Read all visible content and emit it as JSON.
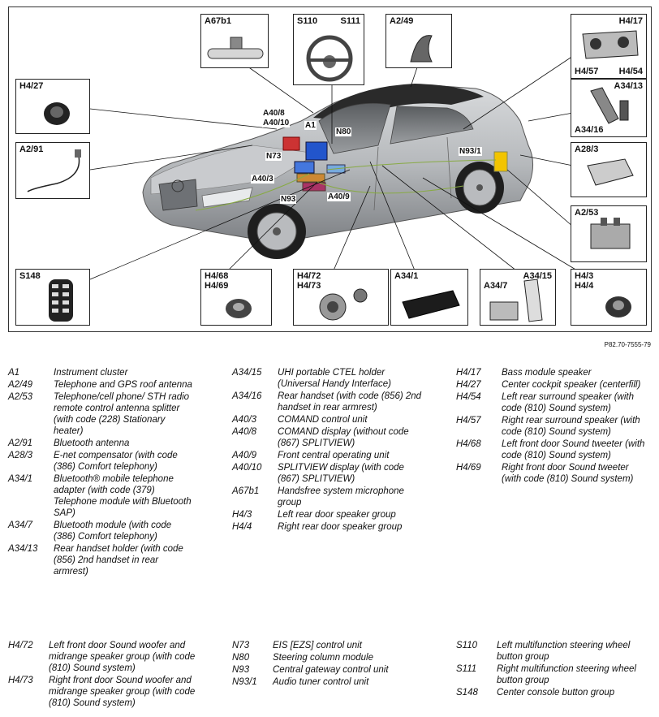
{
  "figure_ref": "P82.70-7555-79",
  "callouts": {
    "a67b1": "A67b1",
    "s110": "S110",
    "s111": "S111",
    "a2_49": "A2/49",
    "h4_17": "H4/17",
    "h4_57": "H4/57",
    "h4_54": "H4/54",
    "h4_27": "H4/27",
    "a34_13": "A34/13",
    "a34_16": "A34/16",
    "a2_91": "A2/91",
    "a28_3": "A28/3",
    "a2_53": "A2/53",
    "s148": "S148",
    "h4_68": "H4/68",
    "h4_69": "H4/69",
    "h4_72": "H4/72",
    "h4_73": "H4/73",
    "a34_1": "A34/1",
    "a34_15": "A34/15",
    "a34_7": "A34/7",
    "h4_3": "H4/3",
    "h4_4": "H4/4"
  },
  "car_labels": {
    "a40_8": "A40/8",
    "a40_10": "A40/10",
    "a1": "A1",
    "n80": "N80",
    "n73": "N73",
    "a40_3": "A40/3",
    "n93": "N93",
    "a40_9": "A40/9",
    "n93_1": "N93/1"
  },
  "legend": {
    "col1": [
      {
        "code": "A1",
        "desc": "Instrument cluster"
      },
      {
        "code": "A2/49",
        "desc": "Telephone and GPS roof antenna"
      },
      {
        "code": "A2/53",
        "desc": "Telephone/cell phone/ STH radio remote control antenna splitter (with code (228) Stationary heater)"
      },
      {
        "code": "A2/91",
        "desc": "Bluetooth antenna"
      },
      {
        "code": "A28/3",
        "desc": "E-net compensator (with code (386) Comfort telephony)"
      },
      {
        "code": "A34/1",
        "desc": "Bluetooth® mobile telephone adapter (with code (379) Telephone module with Bluetooth SAP)"
      },
      {
        "code": "A34/7",
        "desc": "Bluetooth module (with code (386) Comfort telephony)"
      },
      {
        "code": "A34/13",
        "desc": "Rear handset holder (with code (856) 2nd handset in rear armrest)"
      }
    ],
    "col2": [
      {
        "code": "A34/15",
        "desc": "UHI portable CTEL holder (Universal Handy Interface)"
      },
      {
        "code": "A34/16",
        "desc": "Rear handset (with code (856) 2nd handset in rear armrest)"
      },
      {
        "code": "A40/3",
        "desc": "COMAND control unit"
      },
      {
        "code": "A40/8",
        "desc": "COMAND display (without code (867) SPLITVIEW)"
      },
      {
        "code": "A40/9",
        "desc": "Front central operating unit"
      },
      {
        "code": "A40/10",
        "desc": "SPLITVIEW display (with code (867) SPLITVIEW)"
      },
      {
        "code": "A67b1",
        "desc": "Handsfree system microphone group"
      },
      {
        "code": "H4/3",
        "desc": "Left rear door speaker group"
      },
      {
        "code": "H4/4",
        "desc": "Right rear door speaker group"
      }
    ],
    "col3": [
      {
        "code": "H4/17",
        "desc": "Bass module speaker"
      },
      {
        "code": "H4/27",
        "desc": "Center cockpit speaker (centerfill)"
      },
      {
        "code": "H4/54",
        "desc": "Left rear surround speaker (with code (810) Sound system)"
      },
      {
        "code": "H4/57",
        "desc": "Right rear surround speaker (with code (810) Sound system)"
      },
      {
        "code": "H4/68",
        "desc": "Left front door Sound tweeter (with code (810) Sound system)"
      },
      {
        "code": "H4/69",
        "desc": "Right front door Sound tweeter (with code (810) Sound system)"
      }
    ],
    "col4": [
      {
        "code": "H4/72",
        "desc": "Left front door Sound woofer and midrange speaker group (with code (810) Sound system)"
      },
      {
        "code": "H4/73",
        "desc": "Right front door Sound woofer and midrange speaker group (with code (810) Sound system)"
      }
    ],
    "col5": [
      {
        "code": "N73",
        "desc": "EIS [EZS] control unit"
      },
      {
        "code": "N80",
        "desc": "Steering column module"
      },
      {
        "code": "N93",
        "desc": "Central gateway control unit"
      },
      {
        "code": "N93/1",
        "desc": "Audio tuner control unit"
      }
    ],
    "col6": [
      {
        "code": "S110",
        "desc": "Left multifunction steering wheel button group"
      },
      {
        "code": "S111",
        "desc": "Right multifunction steering wheel button group"
      },
      {
        "code": "S148",
        "desc": "Center console button group"
      }
    ]
  }
}
